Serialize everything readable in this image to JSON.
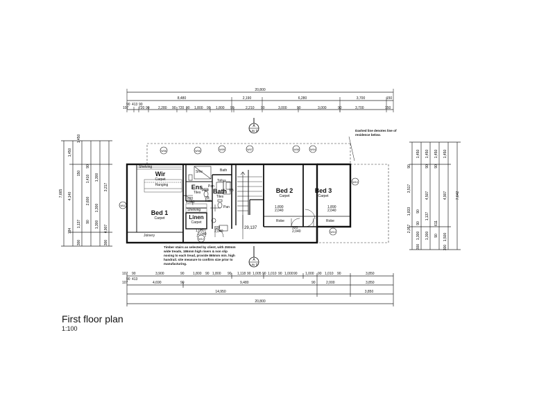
{
  "title": "First floor plan",
  "scale": "1:100",
  "top_dims": {
    "overall": "20,800",
    "row2": [
      "8,480",
      "2,190",
      "6,280",
      "3,700",
      "150"
    ],
    "row3": [
      "90",
      "413",
      "90",
      "107",
      "720",
      "90",
      "2,280",
      "90",
      "720",
      "90",
      "1,800",
      "90",
      "1,800",
      "90",
      "2,210",
      "90",
      "3,000",
      "90",
      "3,000",
      "90",
      "3,700",
      "150"
    ]
  },
  "bottom_dims": {
    "row1": [
      "107",
      "90",
      "3,900",
      "90",
      "1,800",
      "90",
      "1,800",
      "90",
      "1,118",
      "90",
      "1,005",
      "90",
      "1,010",
      "90",
      "1,000",
      "90",
      "1,000",
      "90",
      "1,010",
      "90",
      "3,850"
    ],
    "row2": [
      "90",
      "413",
      "107",
      "4,690",
      "90",
      "9,480",
      "90",
      "2,000",
      "3,850"
    ],
    "row3": [
      "14,950",
      "3,850"
    ],
    "overall": "20,800"
  },
  "left_dims": [
    "1,450",
    "1,450",
    "150",
    "4,140",
    "1,410",
    "1,300",
    "90",
    "2,600",
    "1,300",
    "1,137",
    "90",
    "1,300",
    "784",
    "300",
    "3,217",
    "4,907",
    "300",
    "7,665"
  ],
  "right_dims": [
    "1,450",
    "90",
    "1,450",
    "90",
    "1,450",
    "90",
    "1,450",
    "3,517",
    "4,507",
    "4,907",
    "7,642",
    "1,833",
    "90",
    "1,137",
    "2,057",
    "90",
    "611",
    "1,300",
    "90",
    "1,300",
    "300",
    "1,500",
    "300"
  ],
  "rooms": {
    "wir": {
      "name": "Wir",
      "finish": "Carpet"
    },
    "shelving1": "Shelving",
    "hanging": "Hanging",
    "bed1": {
      "name": "Bed 1",
      "finish": "Carpet"
    },
    "joinery": "Joinery",
    "ens": {
      "name": "Ens",
      "finish": "Tiles"
    },
    "shw": "Shw",
    "bath_label": "Bath",
    "bath": {
      "name": "Bath",
      "finish": "Tiles"
    },
    "linen": {
      "name": "Linen",
      "finish": "Carpet"
    },
    "shelving2": "Shelving",
    "bed2": {
      "name": "Bed 2",
      "finish": "Carpet"
    },
    "bed3": {
      "name": "Bed 3",
      "finish": "Carpet"
    },
    "robe2": "Robe",
    "robe3": "Robe",
    "vb1": "VB",
    "vb2": "VB",
    "pan1": "Pan",
    "pan2": "Pan",
    "pan3": "Pan",
    "tollus": "Tollus",
    "fan": "Fan",
    "ens_dims": [
      "820",
      "2,040"
    ],
    "linen_dims": [
      "1,050",
      "2,040"
    ],
    "door_dims": [
      "920",
      "2,040"
    ],
    "bed2_dims": [
      "1,890",
      "2,040"
    ],
    "bed3_dims": [
      "1,890",
      "2,040"
    ],
    "stair_dim": "29,137",
    "door_dims2": [
      "820",
      "2,040"
    ]
  },
  "window_tags": [
    "W06",
    "W08",
    "W09",
    "W07",
    "W08",
    "W04",
    "W11",
    "W10",
    "W10",
    "W12"
  ],
  "section_marker": {
    "letter": "A",
    "ref": "Lay D"
  },
  "notes": {
    "dashed": "Dashed line denotes line of residence below.",
    "stairs": "Timber stairs as selected by client, with 250mm wide treads, 186mm high risers & non slip nosing to each tread, provide 865mm min. high handrail. site measure to confirm size prior to manufacturing."
  }
}
